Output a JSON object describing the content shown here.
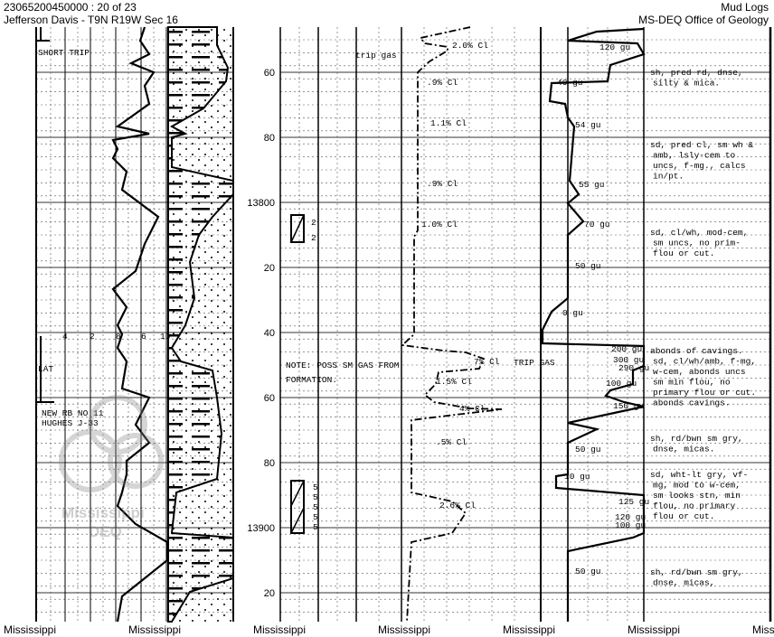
{
  "header": {
    "doc_id": "23065200450000 : 20 of 23",
    "well": "Jefferson Davis - T9N R19W Sec 16",
    "log_type": "Mud Logs",
    "agency": "MS-DEQ Office of Geology"
  },
  "depth_labels": [
    "60",
    "80",
    "13800",
    "20",
    "40",
    "60",
    "80",
    "13900",
    "20"
  ],
  "left_track": {
    "scale_labels": [
      "4",
      "2",
      "8",
      "6",
      "10"
    ],
    "notes": [
      "SHORT TRIP",
      "LAT",
      "NEW RB NO 11",
      "HUGHES J-33"
    ]
  },
  "sample_marks": {
    "upper": [
      "2",
      "2"
    ],
    "lower": [
      "5",
      "5",
      "5",
      "5",
      "5"
    ]
  },
  "gas_track": {
    "notes": [
      "trip gas",
      "NOTE: POSS SM GAS FROM",
      "FORMATION.",
      "TRIP GAS"
    ],
    "chloride_labels": [
      "2.0% Cl",
      ".9% Cl",
      "1.1% Cl",
      ".9% Cl",
      "1.0% Cl",
      "7% Cl",
      "1.5% Cl",
      "4% Cl",
      ".5% Cl",
      "2.6% Cl"
    ]
  },
  "gas_units": [
    "120 gu",
    "40 gu",
    "54 gu",
    "55 gu",
    "70 gu",
    "50 gu",
    "0 gu",
    "200 gu",
    "300 gu",
    "290 gu",
    "100 gu",
    "150 gu",
    "50 gu",
    "10 gu",
    "125 gu",
    "120 gu",
    "100 gu",
    "50 gu"
  ],
  "descriptions": [
    [
      "sh, pred rd, dnse,",
      "silty & mica."
    ],
    [
      "sd, pred cl, sm wh &",
      "amb, lsly-cem to",
      "uncs, f-mg., calcs",
      "in/pt."
    ],
    [
      "sd, cl/wh, mod-cem,",
      "sm uncs, no prim-",
      "flou or cut."
    ],
    [
      "abonds of cavings.",
      "sd, cl/wh/amb, f-mg,",
      "w-cem, abonds uncs",
      "sm min flou, no",
      "primary flou or cut.",
      "abonds cavings."
    ],
    [
      "sh, rd/bwn sm gry,",
      "dnse, micas."
    ],
    [
      "sd, wht-lt gry, vf-",
      "mg, mod to w-cem,",
      "sm looks stn, min",
      "flou, no primary",
      "flou or cut."
    ],
    [
      "sh, rd/bwn sm gry,",
      "dnse, micas,"
    ]
  ],
  "watermark": {
    "line1": "Mississippi",
    "line2": "DEQ"
  },
  "footer": [
    "Mississippi",
    "Mississippi",
    "Mississippi",
    "Mississippi",
    "Mississippi",
    "Mississippi",
    "Mississippi"
  ]
}
